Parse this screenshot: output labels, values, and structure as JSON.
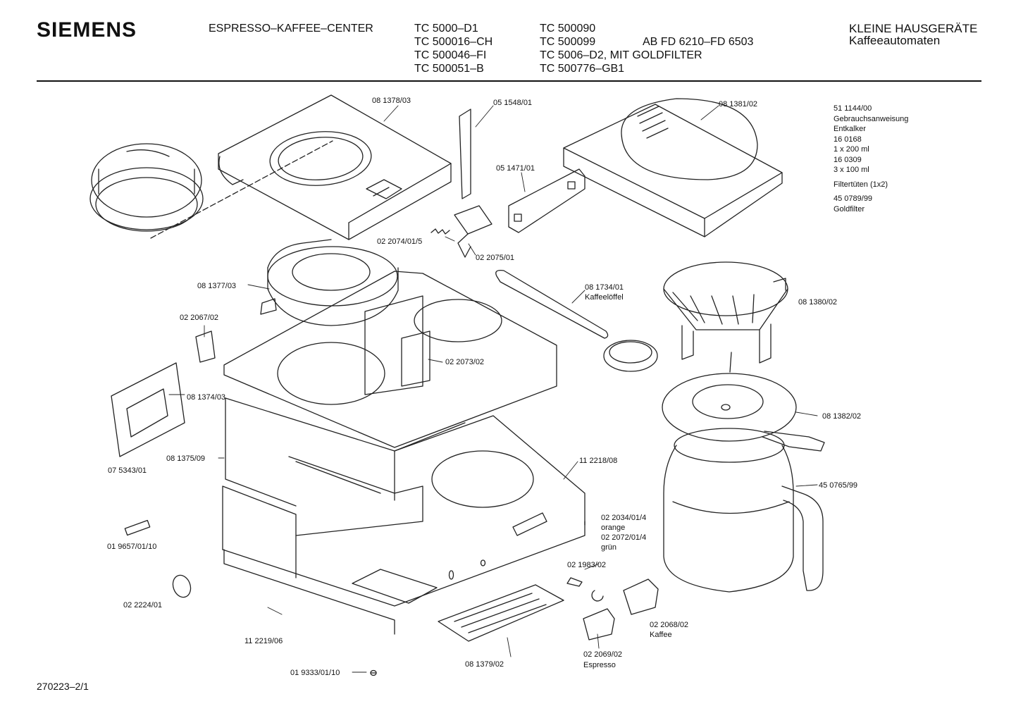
{
  "header": {
    "brand": "SIEMENS",
    "product": "ESPRESSO–KAFFEE–CENTER",
    "models_col1": [
      "TC 5000–D1",
      "TC 500016–CH",
      "TC 500046–FI",
      "TC 500051–B"
    ],
    "models_col2": [
      "TC 500090",
      "TC 500099",
      "TC 5006–D2, MIT GOLDFILTER",
      "TC 500776–GB1"
    ],
    "fd_range": "AB FD 6210–FD 6503",
    "category": "KLEINE HAUSGERÄTE",
    "subcategory": "Kaffeeautomaten"
  },
  "accessories": [
    {
      "part": "51 1144/00",
      "desc": "Gebrauchsanweisung"
    },
    {
      "part": "Entkalker",
      "desc": ""
    },
    {
      "part": "16 0168",
      "desc": "1 x 200 ml"
    },
    {
      "part": "16 0309",
      "desc": "3 x 100 ml"
    },
    {
      "part": "Filtertüten (1x2)",
      "desc": ""
    },
    {
      "part": "45 0789/99",
      "desc": "Goldfilter"
    }
  ],
  "parts": {
    "p081378": "08 1378/03",
    "p051548": "05 1548/01",
    "p081381": "08 1381/02",
    "p051471": "05 1471/01",
    "p022074": "02 2074/01/5",
    "p022075": "02 2075/01",
    "p081377": "08 1377/03",
    "p081734": "08 1734/01",
    "p081734_desc": "Kaffeelöffel",
    "p081380": "08 1380/02",
    "p022067": "02 2067/02",
    "p022073": "02 2073/02",
    "p081374": "08 1374/03",
    "p081382": "08 1382/02",
    "p081375": "08 1375/09",
    "p112218": "11 2218/08",
    "p075343": "07 5343/01",
    "p450765": "45 0765/99",
    "p022034": "02 2034/01/4",
    "p022034_desc": "orange",
    "p022072": "02 2072/01/4",
    "p022072_desc": "grün",
    "p019657": "01 9657/01/10",
    "p021983": "02 1983/02",
    "p022224": "02 2224/01",
    "p022068": "02 2068/02",
    "p022068_desc": "Kaffee",
    "p112219": "11 2219/06",
    "p022069": "02 2069/02",
    "p022069_desc": "Espresso",
    "p081379": "08 1379/02",
    "p019333": "01 9333/01/10"
  },
  "footer": {
    "code": "270223–2/1"
  }
}
